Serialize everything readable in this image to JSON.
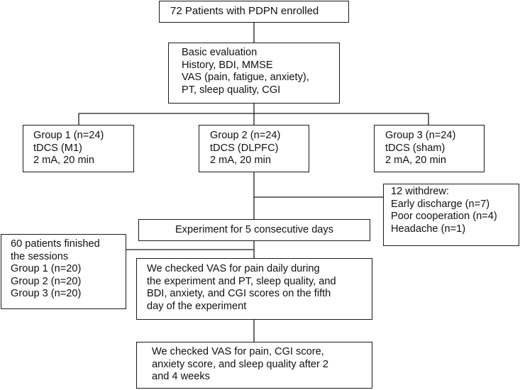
{
  "boxes": {
    "enrolled": {
      "lines": [
        "72  Patients with PDPN enrolled"
      ]
    },
    "baseline": {
      "lines": [
        "Basic evaluation",
        "History, BDI, MMSE",
        "VAS (pain, fatigue, anxiety),",
        "PT, sleep quality, CGI"
      ]
    },
    "group1": {
      "lines": [
        "Group 1 (n=24)",
        "tDCS (M1)",
        "2 mA, 20 min"
      ]
    },
    "group2": {
      "lines": [
        "Group 2 (n=24)",
        "tDCS (DLPFC)",
        "2 mA, 20 min"
      ]
    },
    "group3": {
      "lines": [
        "Group 3 (n=24)",
        "tDCS (sham)",
        "2 mA, 20 min"
      ]
    },
    "withdrew": {
      "lines": [
        "12 withdrew:",
        "Early discharge (n=7)",
        "Poor cooperation (n=4)",
        "Headache (n=1)"
      ]
    },
    "experiment": {
      "lines": [
        "Experiment for 5 consecutive days"
      ]
    },
    "finished": {
      "lines": [
        "60 patients finished",
        "the sessions",
        "Group 1 (n=20)",
        "Group 2 (n=20)",
        "Group 3 (n=20)"
      ]
    },
    "daily_check": {
      "lines": [
        "We checked VAS for pain daily during",
        "the experiment and PT, sleep quality, and",
        "BDI, anxiety, and CGI scores on the fifth",
        "day of the experiment"
      ]
    },
    "followup": {
      "lines": [
        "We checked VAS for pain, CGI score,",
        "anxiety score, and sleep quality after 2",
        "and 4 weeks"
      ]
    }
  },
  "colors": {
    "line": "#1a1a1a",
    "box_border": "#1a1a1a",
    "background": "#ffffff",
    "text": "#111111"
  }
}
